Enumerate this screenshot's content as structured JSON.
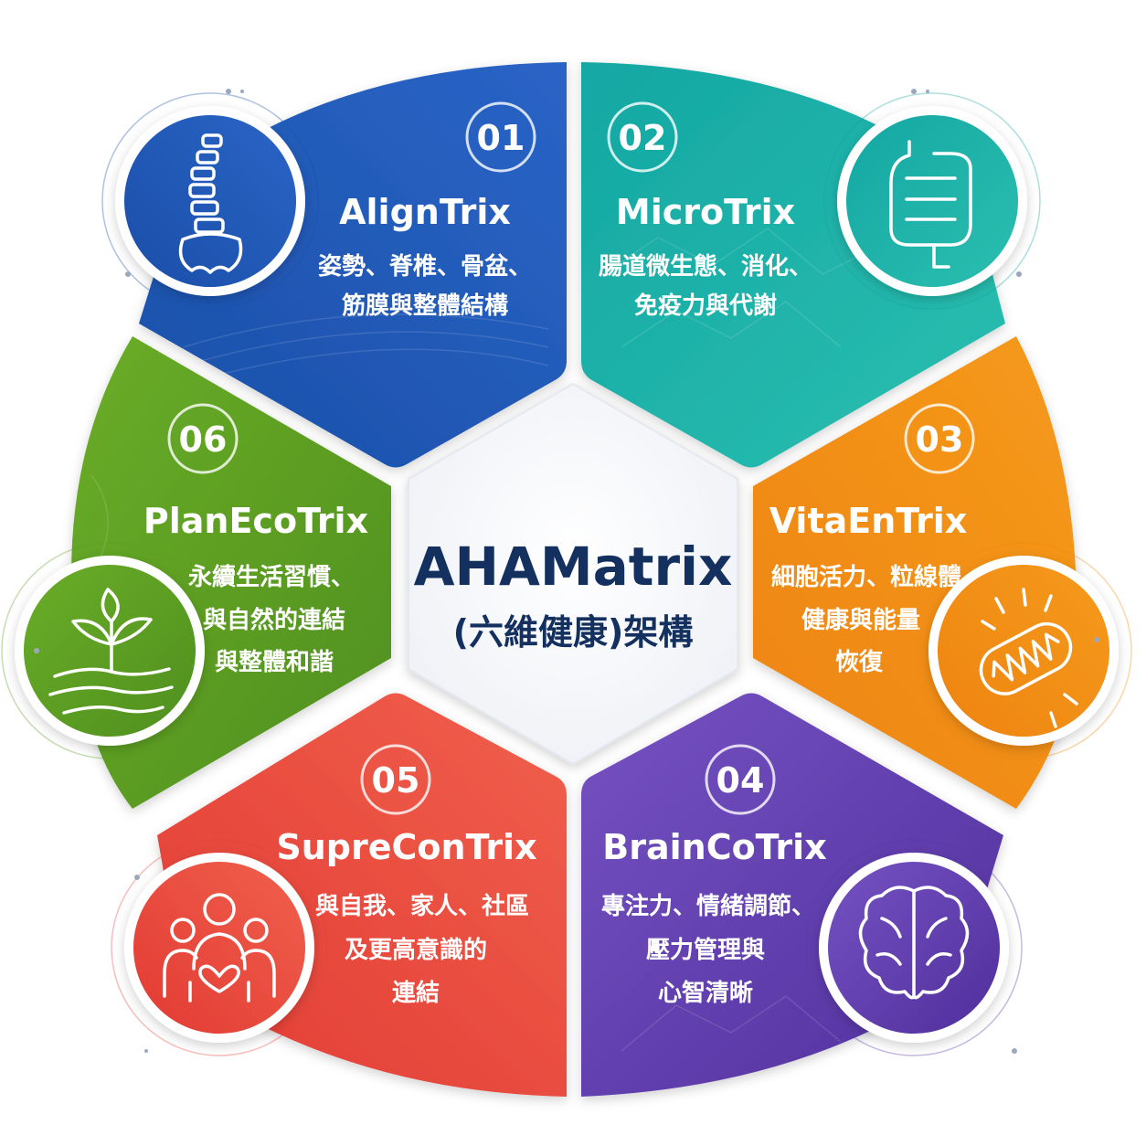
{
  "center": {
    "title": "AHAMatrix",
    "subtitle": "(六維健康)架構"
  },
  "segments": [
    {
      "number": "01",
      "title": "AlignTrix",
      "lines": [
        "姿勢、脊椎、骨盆、",
        "筋膜與整體結構"
      ],
      "color": "#1a4fa8",
      "color2": "#2e6fd0",
      "icon": "spine-icon"
    },
    {
      "number": "02",
      "title": "MicroTrix",
      "lines": [
        "腸道微生態、消化、",
        "免疫力與代謝"
      ],
      "color": "#15a3a0",
      "color2": "#2cc2b5",
      "icon": "intestine-icon"
    },
    {
      "number": "03",
      "title": "VitaEnTrix",
      "lines": [
        "細胞活力、粒線體",
        "健康與能量",
        "恢復"
      ],
      "color": "#f08a12",
      "color2": "#f7a72c",
      "icon": "mitochondria-icon"
    },
    {
      "number": "04",
      "title": "BrainCoTrix",
      "lines": [
        "專注力、情緒調節、",
        "壓力管理與",
        "心智清晰"
      ],
      "color": "#5c3aa8",
      "color2": "#7a52c4",
      "icon": "brain-icon"
    },
    {
      "number": "05",
      "title": "SupreConTrix",
      "lines": [
        "與自我、家人、社區",
        "及更高意識的",
        "連結"
      ],
      "color": "#e8433b",
      "color2": "#f06250",
      "icon": "family-heart-icon"
    },
    {
      "number": "06",
      "title": "PlanEcoTrix",
      "lines": [
        "永續生活習慣、",
        "與自然的連結",
        "與整體和諧"
      ],
      "color": "#5d9e24",
      "color2": "#7bbd2e",
      "icon": "plant-icon"
    }
  ]
}
